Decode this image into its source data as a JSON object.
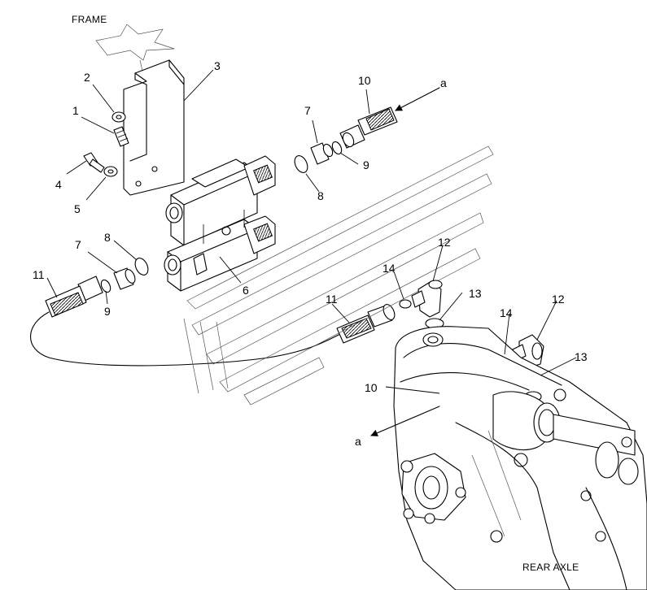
{
  "captions": {
    "frame": "FRAME",
    "rear_axle": "REAR AXLE"
  },
  "callouts": {
    "c1": "1",
    "c2": "2",
    "c3": "3",
    "c4": "4",
    "c5": "5",
    "c6": "6",
    "c7_top": "7",
    "c7_left": "7",
    "c8_top": "8",
    "c8_left": "8",
    "c9_top": "9",
    "c9_left": "9",
    "c10_top": "10",
    "c10_bottom": "10",
    "c11_left": "11",
    "c11_mid": "11",
    "c12_a": "12",
    "c12_b": "12",
    "c13_a": "13",
    "c13_b": "13",
    "c14_a": "14",
    "c14_b": "14",
    "a_top": "a",
    "a_bottom": "a"
  }
}
